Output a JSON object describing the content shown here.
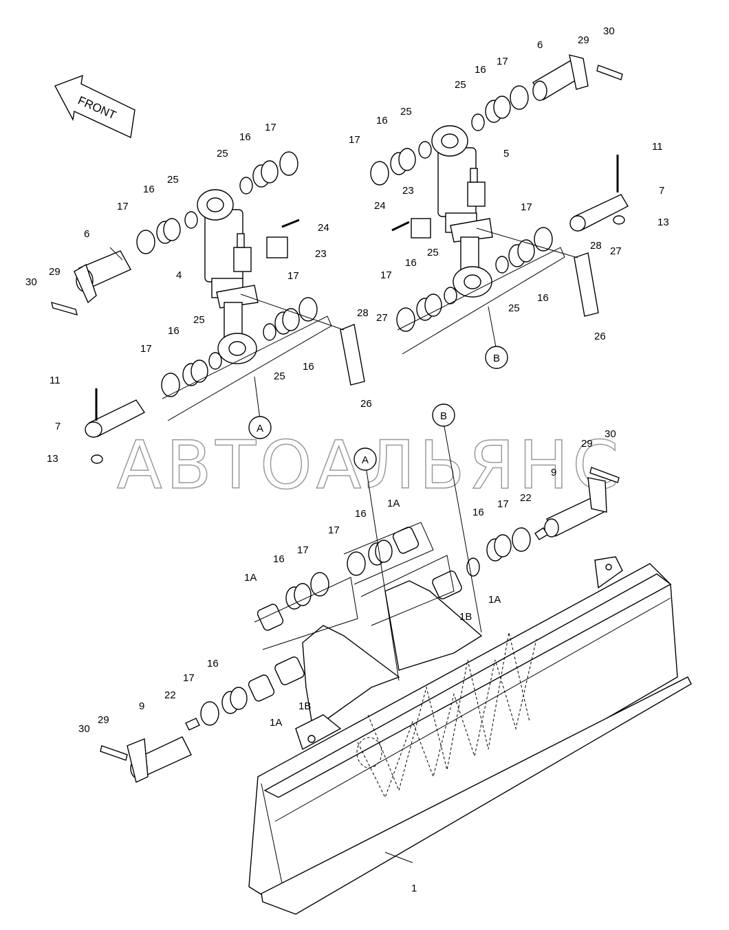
{
  "diagram": {
    "watermark": "АВТОАЛЬЯНС",
    "direction_label": "FRONT",
    "callouts": [
      "A",
      "B"
    ],
    "parts": [
      "1",
      "1A",
      "1B",
      "4",
      "5",
      "6",
      "7",
      "9",
      "11",
      "13",
      "16",
      "17",
      "22",
      "23",
      "24",
      "25",
      "26",
      "27",
      "28",
      "29",
      "30"
    ]
  }
}
